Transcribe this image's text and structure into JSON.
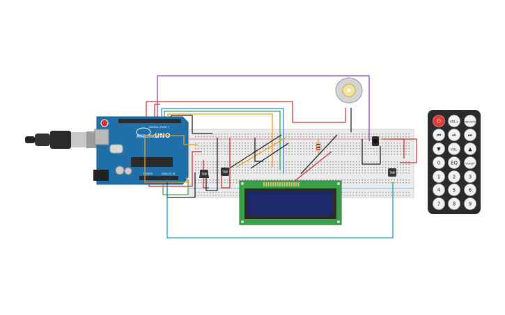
{
  "arduino": {
    "brand_text": "ARDUINO",
    "model_text": "UNO",
    "digital_header_label": "DIGITAL (PWM~)",
    "power_label": "POWER",
    "analog_label": "ANALOG IN"
  },
  "temp_sensors": [
    {
      "label": "TMP"
    },
    {
      "label": "TMP"
    },
    {
      "label": "TMP"
    }
  ],
  "remote": {
    "rows": [
      [
        {
          "label": "⏻",
          "color": "#e53935",
          "icon": "power-icon"
        },
        {
          "label": "VOL+",
          "icon": "vol-up"
        },
        {
          "label": "FUNC/STOP",
          "icon": "func-stop"
        }
      ],
      [
        {
          "label": "⏮",
          "icon": "prev-icon"
        },
        {
          "label": "⏯",
          "icon": "play-pause-icon"
        },
        {
          "label": "⏭",
          "icon": "next-icon"
        }
      ],
      [
        {
          "label": "▼",
          "icon": "down-icon"
        },
        {
          "label": "VOL-",
          "icon": "vol-down"
        },
        {
          "label": "▲",
          "icon": "up-icon"
        }
      ],
      [
        {
          "label": "0"
        },
        {
          "label": "EQ"
        },
        {
          "label": "ST/REPT"
        }
      ],
      [
        {
          "label": "1"
        },
        {
          "label": "2"
        },
        {
          "label": "3"
        }
      ],
      [
        {
          "label": "4"
        },
        {
          "label": "5"
        },
        {
          "label": "6"
        }
      ],
      [
        {
          "label": "7"
        },
        {
          "label": "8"
        },
        {
          "label": "9"
        }
      ]
    ]
  },
  "colors": {
    "arduino_board": "#1f6fa8",
    "breadboard": "#ebebeb",
    "lcd_pcb": "#3aa04a",
    "lcd_screen": "#1c2a6b",
    "remote_body": "#2b2b2b",
    "wire_purple": "#8b3fb8",
    "wire_red": "#d32f2f",
    "wire_blue": "#1e88e5",
    "wire_green": "#43a047",
    "wire_orange": "#f39c12",
    "wire_black": "#222222",
    "wire_cyan": "#1a9fc0"
  }
}
